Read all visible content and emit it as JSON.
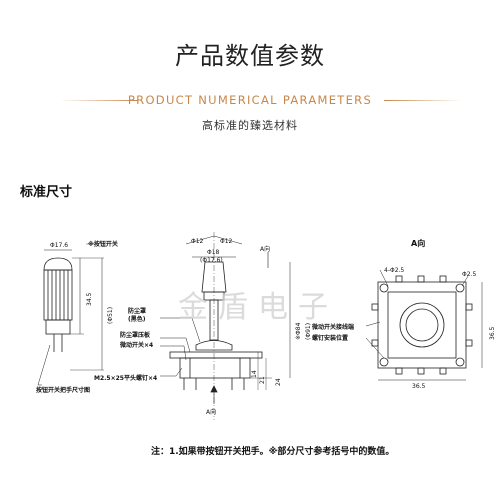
{
  "header": {
    "title": "产品数值参数",
    "subtitle_en": "PRODUCT NUMERICAL PARAMETERS",
    "tagline": "高标准的臻选材料"
  },
  "section_heading": "标准尺寸",
  "watermark": "金盾电子",
  "footnote": "注：1.如果带按钮开关把手。※部分尺寸参考括号中的数值。",
  "drawing_left": {
    "label_button_switch": "※按钮开关",
    "dim_diameter": "Φ17.6",
    "dim_height": "34.5",
    "dim_total": "(Φ51)",
    "caption": "按钮开关把手尺寸图"
  },
  "drawing_center": {
    "dim_top_left": "Φ12",
    "dim_top_right": "Φ12",
    "dim_inner_1": "Φ18",
    "dim_inner_2": "(Φ17.6)",
    "label_dust_cover": "防尘罩",
    "label_dust_color": "(黑色)",
    "label_dust_plate": "防尘罩压板",
    "label_micro_switch": "微动开关×4",
    "label_screws": "M2.5×25平头螺钉×4",
    "dim_side_1": "※Φ84",
    "dim_side_2": "(Φ91)",
    "dim_right_1": "14",
    "dim_right_2": "21",
    "dim_right_3": "24",
    "arrow_top": "A向",
    "arrow_bottom": "A向"
  },
  "drawing_right": {
    "view_title": "A向",
    "dim_holes": "4-Φ2.5",
    "dim_hole_right": "Φ2.5",
    "dim_height": "36.5",
    "dim_width": "36.5",
    "label_terminal": "微动开关接线端",
    "label_mount": "螺钉安装位置"
  }
}
